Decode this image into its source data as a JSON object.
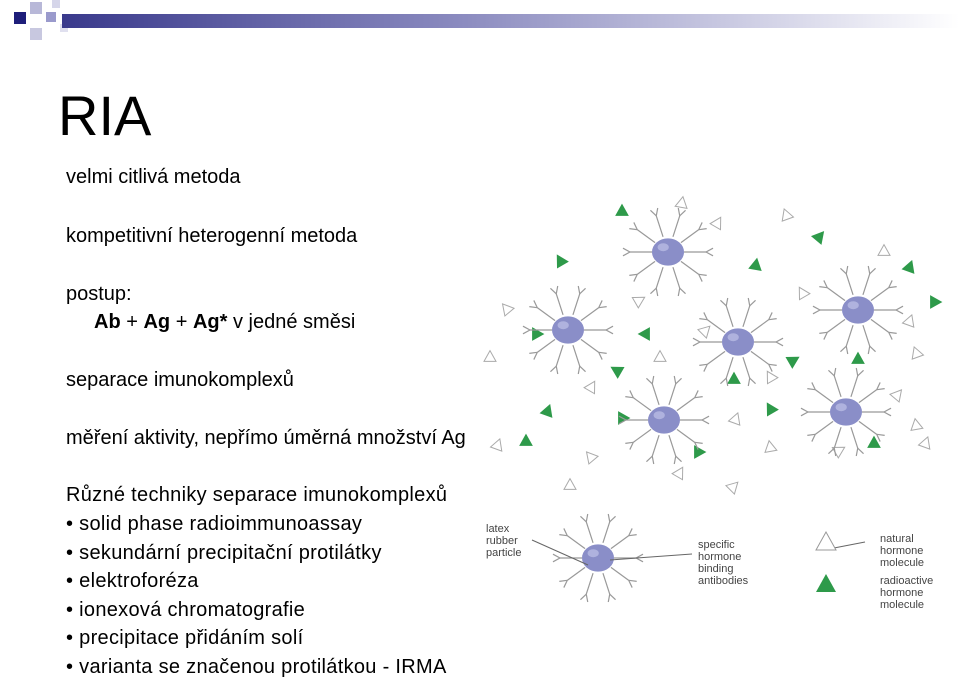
{
  "slide": {
    "title": "RIA",
    "line1": "velmi citlivá metoda",
    "line2": "kompetitivní heterogenní metoda",
    "line3": "postup:",
    "formula": {
      "ab": "Ab",
      "plus1": "+",
      "ag": "Ag",
      "plus2": "+",
      "agstar": "Ag*",
      "rest": "v jedné směsi"
    },
    "line4": "separace imunokomplexů",
    "line5": "měření aktivity, nepřímo úměrná množství Ag",
    "techniques_heading": "Různé techniky separace imunokomplexů",
    "techniques": [
      "solid phase radioimmunoassay",
      "sekundární precipitační protilátky",
      "elektroforéza",
      "ionexová chromatografie",
      "precipitace přidáním solí",
      "varianta se značenou protilátkou - IRMA"
    ],
    "bullet": "•"
  },
  "diagram": {
    "labels": {
      "latex1": "latex",
      "latex2": "rubber",
      "latex3": "particle",
      "spec1": "specific",
      "spec2": "hormone",
      "spec3": "binding",
      "spec4": "antibodies",
      "nat1": "natural",
      "nat2": "hormone",
      "nat3": "molecule",
      "rad1": "radioactive",
      "rad2": "hormone",
      "rad3": "molecule"
    },
    "colors": {
      "particle": "#8a8ec8",
      "radioactive": "#2e9a4a",
      "natural": "#ffffff",
      "arm": "#999999"
    }
  }
}
